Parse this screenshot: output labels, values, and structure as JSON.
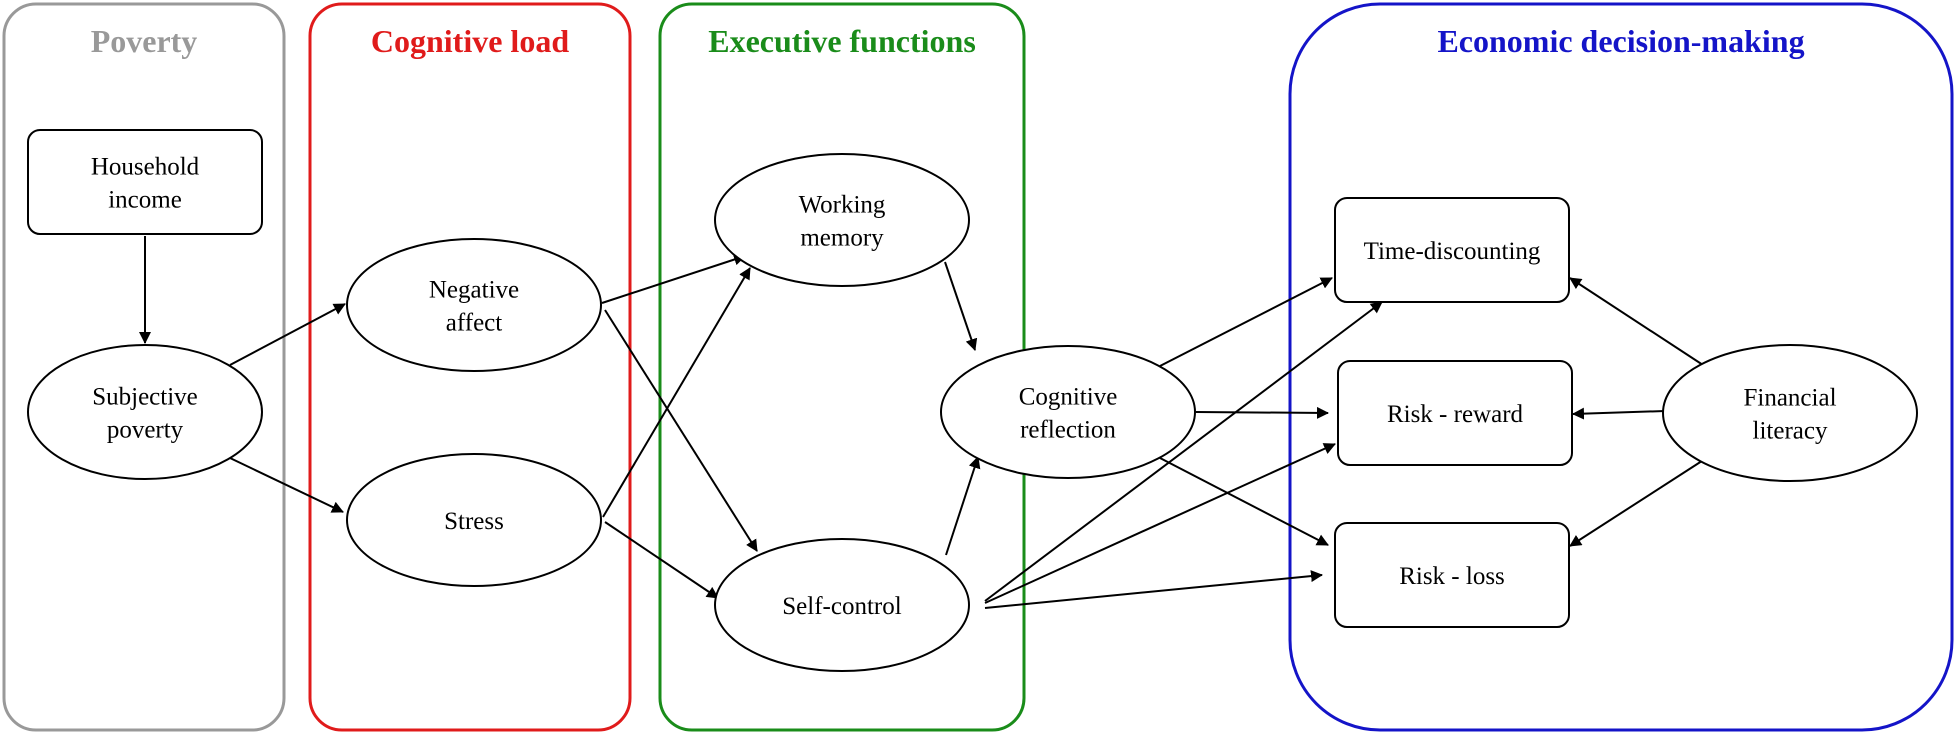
{
  "groups": {
    "poverty": {
      "title": "Poverty",
      "color": "#999999"
    },
    "cognitive_load": {
      "title": "Cognitive load",
      "color": "#e01b1b"
    },
    "executive_functions": {
      "title": "Executive functions",
      "color": "#1a8c1a"
    },
    "economic_decision_making": {
      "title": "Economic decision-making",
      "color": "#1414c8"
    }
  },
  "nodes": {
    "household_income": {
      "lines": [
        "Household",
        "income"
      ],
      "shape": "rect"
    },
    "subjective_poverty": {
      "lines": [
        "Subjective",
        "poverty"
      ],
      "shape": "ellipse"
    },
    "negative_affect": {
      "lines": [
        "Negative",
        "affect"
      ],
      "shape": "ellipse"
    },
    "stress": {
      "lines": [
        "Stress"
      ],
      "shape": "ellipse"
    },
    "working_memory": {
      "lines": [
        "Working",
        "memory"
      ],
      "shape": "ellipse"
    },
    "self_control": {
      "lines": [
        "Self-control"
      ],
      "shape": "ellipse"
    },
    "cognitive_reflection": {
      "lines": [
        "Cognitive",
        "reflection"
      ],
      "shape": "ellipse"
    },
    "time_discounting": {
      "lines": [
        "Time-discounting"
      ],
      "shape": "rect"
    },
    "risk_reward": {
      "lines": [
        "Risk - reward"
      ],
      "shape": "rect"
    },
    "risk_loss": {
      "lines": [
        "Risk - loss"
      ],
      "shape": "rect"
    },
    "financial_literacy": {
      "lines": [
        "Financial",
        "literacy"
      ],
      "shape": "ellipse"
    }
  },
  "edges": [
    [
      "household_income",
      "subjective_poverty"
    ],
    [
      "subjective_poverty",
      "negative_affect"
    ],
    [
      "subjective_poverty",
      "stress"
    ],
    [
      "negative_affect",
      "working_memory"
    ],
    [
      "negative_affect",
      "self_control"
    ],
    [
      "stress",
      "working_memory"
    ],
    [
      "stress",
      "self_control"
    ],
    [
      "working_memory",
      "cognitive_reflection"
    ],
    [
      "self_control",
      "cognitive_reflection"
    ],
    [
      "self_control",
      "time_discounting"
    ],
    [
      "self_control",
      "risk_reward"
    ],
    [
      "self_control",
      "risk_loss"
    ],
    [
      "cognitive_reflection",
      "time_discounting"
    ],
    [
      "cognitive_reflection",
      "risk_reward"
    ],
    [
      "cognitive_reflection",
      "risk_loss"
    ],
    [
      "financial_literacy",
      "time_discounting"
    ],
    [
      "financial_literacy",
      "risk_reward"
    ],
    [
      "financial_literacy",
      "risk_loss"
    ]
  ]
}
